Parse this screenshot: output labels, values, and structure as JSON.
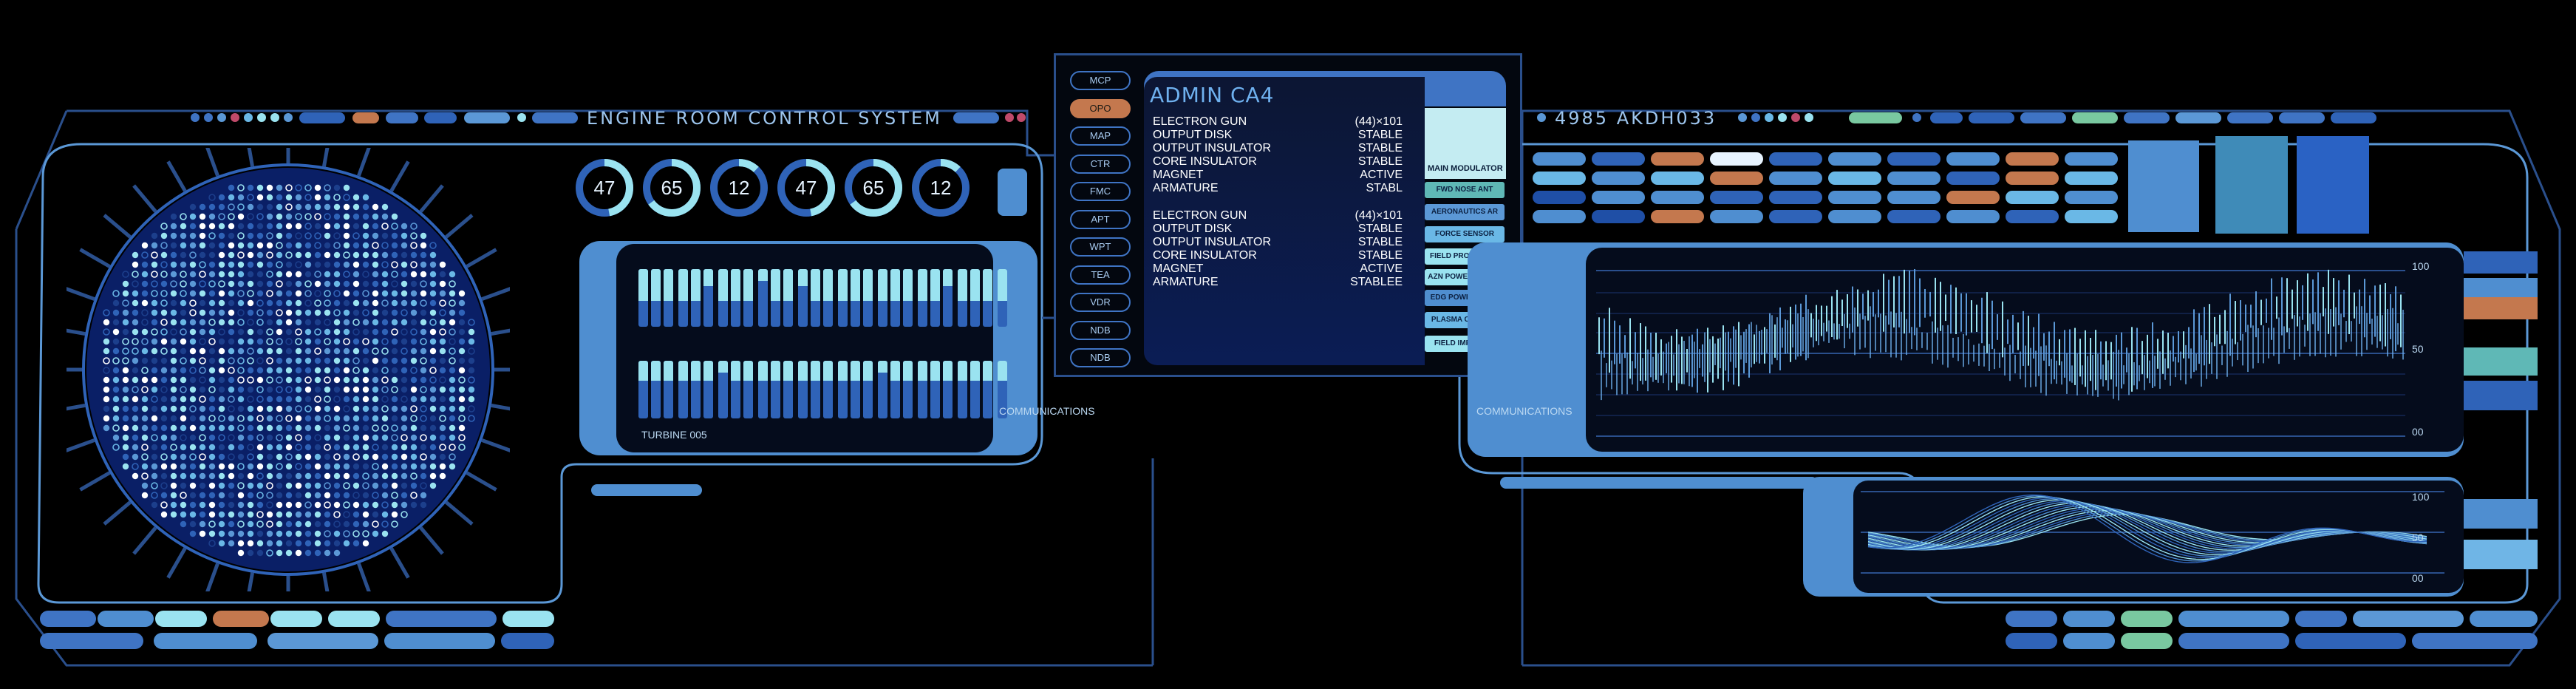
{
  "header": {
    "left_title": "ENGINE ROOM CONTROL SYSTEM",
    "right_title": "4985 AKDH033"
  },
  "gauges": [
    {
      "label": "47",
      "level": 0.47
    },
    {
      "label": "65",
      "level": 0.65
    },
    {
      "label": "12",
      "level": 0.12
    },
    {
      "label": "47",
      "level": 0.47
    },
    {
      "label": "65",
      "level": 0.65
    },
    {
      "label": "12",
      "level": 0.12
    }
  ],
  "turbine": {
    "label": "TURBINE 005",
    "row1_levels": [
      0.55,
      0.55,
      0.55,
      0.55,
      0.55,
      0.3,
      0.55,
      0.55,
      0.55,
      0.2,
      0.55,
      0.55,
      0.3,
      0.55,
      0.55,
      0.55,
      0.55,
      0.55,
      0.55,
      0.55,
      0.55,
      0.55,
      0.55,
      0.3,
      0.55,
      0.55,
      0.55,
      0.55
    ],
    "row2_levels": [
      0.35,
      0.35,
      0.35,
      0.35,
      0.35,
      0.35,
      0.2,
      0.35,
      0.35,
      0.35,
      0.35,
      0.35,
      0.35,
      0.35,
      0.35,
      0.35,
      0.35,
      0.35,
      0.2,
      0.35,
      0.35,
      0.35,
      0.35,
      0.35,
      0.35,
      0.35,
      0.35,
      0.35
    ]
  },
  "communications_left": "COMMUNICATIONS",
  "communications_right": "COMMUNICATIONS",
  "menu": [
    {
      "label": "MCP",
      "active": false
    },
    {
      "label": "OPO",
      "active": true
    },
    {
      "label": "MAP",
      "active": false
    },
    {
      "label": "CTR",
      "active": false
    },
    {
      "label": "FMC",
      "active": false
    },
    {
      "label": "APT",
      "active": false
    },
    {
      "label": "WPT",
      "active": false
    },
    {
      "label": "TEA",
      "active": false
    },
    {
      "label": "VDR",
      "active": false
    },
    {
      "label": "NDB",
      "active": false
    },
    {
      "label": "NDB",
      "active": false
    }
  ],
  "admin": {
    "title": "ADMIN CA4",
    "block1": [
      {
        "k": "ELECTRON GUN",
        "v": "(44)×101"
      },
      {
        "k": "OUTPUT DISK",
        "v": "STABLE"
      },
      {
        "k": "OUTPUT INSULATOR",
        "v": "STABLE"
      },
      {
        "k": "CORE INSULATOR",
        "v": "STABLE"
      },
      {
        "k": "MAGNET",
        "v": "ACTIVE"
      },
      {
        "k": "ARMATURE",
        "v": "STABL"
      }
    ],
    "block2": [
      {
        "k": "ELECTRON GUN",
        "v": "(44)×101"
      },
      {
        "k": "OUTPUT DISK",
        "v": "STABLE"
      },
      {
        "k": "OUTPUT INSULATOR",
        "v": "STABLE"
      },
      {
        "k": "CORE INSULATOR",
        "v": "STABLE"
      },
      {
        "k": "MAGNET",
        "v": "ACTIVE"
      },
      {
        "k": "ARMATURE",
        "v": "STABLEE"
      }
    ],
    "side_buttons": [
      "MAIN MODULATOR",
      "FWD NOSE ANT",
      "AERONAUTICS AR",
      "FORCE SENSOR",
      "FIELD PROPELLOR",
      "AZN POWER BOOST",
      "EDG POWER BUSE",
      "PLASMA CONDUIT",
      "FIELD IMPELLER"
    ]
  },
  "graph_top": {
    "ticks": [
      "100",
      "50",
      "00"
    ]
  },
  "graph_bottom": {
    "ticks": [
      "100",
      "50",
      "00"
    ]
  },
  "colors": {
    "frame": "#2a4f8c",
    "accent_orange": "#c4784e",
    "cyan": "#9ae3f0",
    "blue": "#2f63b8",
    "mid_blue": "#5b98d6"
  }
}
